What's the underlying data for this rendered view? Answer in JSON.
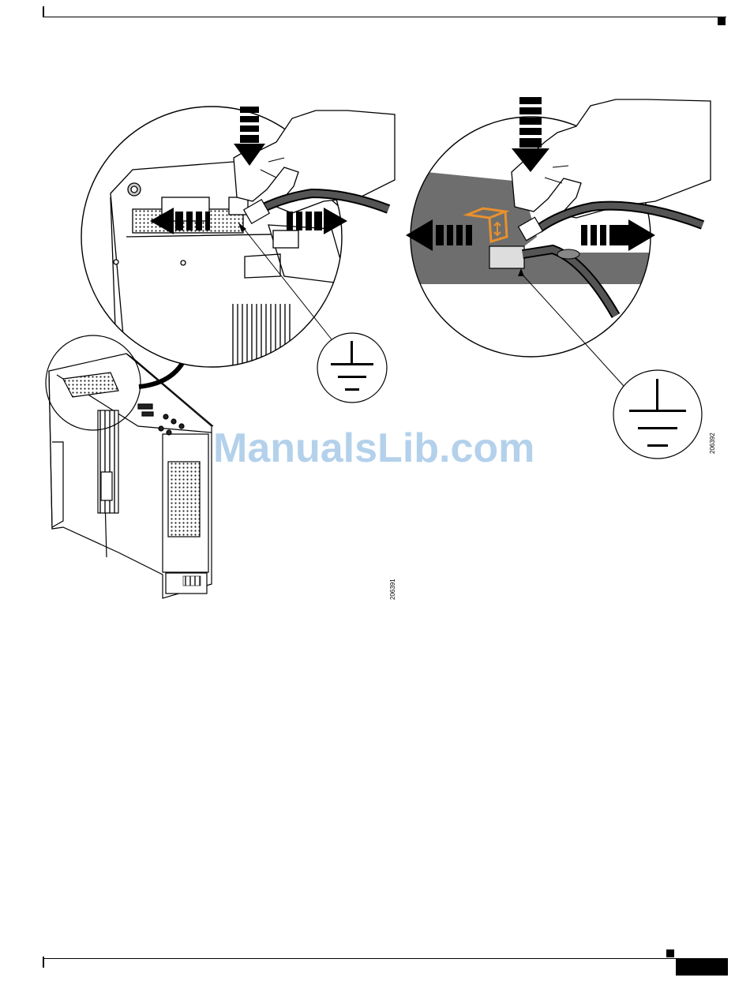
{
  "figure_left": {
    "id_label": "206391"
  },
  "figure_right": {
    "id_label": "206392"
  },
  "watermark": {
    "text": "ManualsLib.com"
  },
  "colors": {
    "ink": "#000000",
    "panel": "#6e6e6e",
    "accent": "#e8912d",
    "watermark": "#5b9bd5"
  }
}
